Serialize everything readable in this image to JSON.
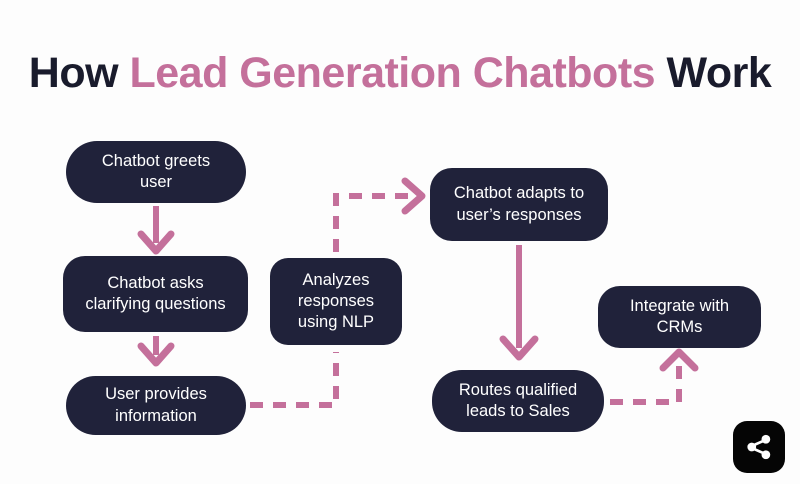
{
  "title": {
    "part1": "How ",
    "accent1": "Lead Generation",
    "part2": " ",
    "accent2": "Chatbots",
    "part3": " Work"
  },
  "colors": {
    "background": "#fdfdfd",
    "node_fill": "#20223a",
    "node_text": "#ffffff",
    "accent_pink": "#c4709b",
    "title_dark": "#191b2c",
    "badge_black": "#050505"
  },
  "diagram": {
    "type": "flowchart",
    "nodes": [
      {
        "id": "greets",
        "label": "Chatbot greets\nuser"
      },
      {
        "id": "asks",
        "label": "Chatbot asks\nclarifying questions"
      },
      {
        "id": "user",
        "label": "User provides\ninformation"
      },
      {
        "id": "nlp",
        "label": "Analyzes\nresponses\nusing NLP"
      },
      {
        "id": "adapts",
        "label": "Chatbot adapts to\nuser’s responses"
      },
      {
        "id": "routes",
        "label": "Routes qualified\nleads to Sales"
      },
      {
        "id": "crm",
        "label": "Integrate with\nCRMs"
      }
    ],
    "edges": [
      {
        "from": "greets",
        "to": "asks",
        "style": "solid"
      },
      {
        "from": "asks",
        "to": "user",
        "style": "solid"
      },
      {
        "from": "user",
        "to": "nlp",
        "style": "dashed"
      },
      {
        "from": "nlp",
        "to": "adapts",
        "style": "dashed"
      },
      {
        "from": "adapts",
        "to": "routes",
        "style": "solid"
      },
      {
        "from": "routes",
        "to": "crm",
        "style": "dashed"
      }
    ]
  },
  "share": {
    "icon": "share-icon"
  }
}
